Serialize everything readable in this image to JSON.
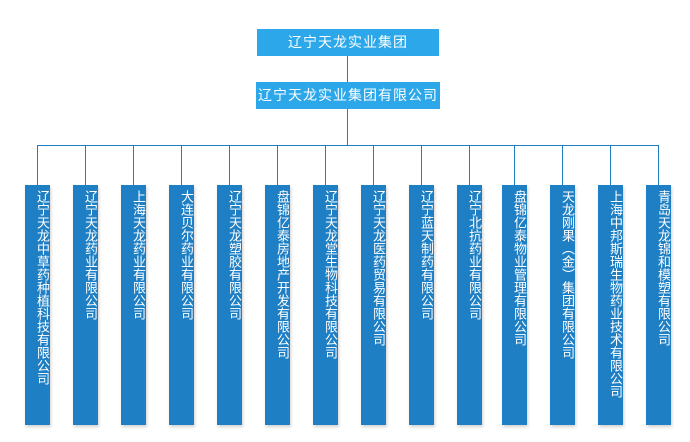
{
  "chart_data": {
    "type": "diagram",
    "diagram_type": "organization-chart",
    "title": "辽宁天龙实业集团",
    "orientation": "top-down",
    "levels": 3,
    "node_count": 16
  },
  "theme": {
    "background": "#ffffff",
    "top_node_fill": "#2ba7ea",
    "leaf_node_fill": "#1f7fc4",
    "connector_color": "#1f7fc4",
    "node_text_color": "#ffffff"
  },
  "chart": {
    "root": {
      "label": "辽宁天龙实业集团"
    },
    "company": {
      "label": "辽宁天龙实业集团有限公司"
    },
    "subsidiaries": [
      {
        "label": "辽宁天龙中草药种植科技有限公司"
      },
      {
        "label": "辽宁天龙药业有限公司"
      },
      {
        "label": "上海天龙药业有限公司"
      },
      {
        "label": "大连贝尔药业有限公司"
      },
      {
        "label": "辽宁天龙塑胶有限公司"
      },
      {
        "label": "盘锦亿泰房地产开发有限公司"
      },
      {
        "label": "辽宁天龙堂生物科技有限公司"
      },
      {
        "label": "辽宁天龙医药贸易有限公司"
      },
      {
        "label": "辽宁蓝天制药有限公司"
      },
      {
        "label": "辽宁北抗药业有限公司"
      },
      {
        "label": "盘锦亿泰物业管理有限公司"
      },
      {
        "label": "天龙刚果（金）集团有限公司"
      },
      {
        "label": "上海中邦斯瑞生物药业技术有限公司"
      },
      {
        "label": "青岛天龙锦和模塑有限公司"
      }
    ]
  }
}
